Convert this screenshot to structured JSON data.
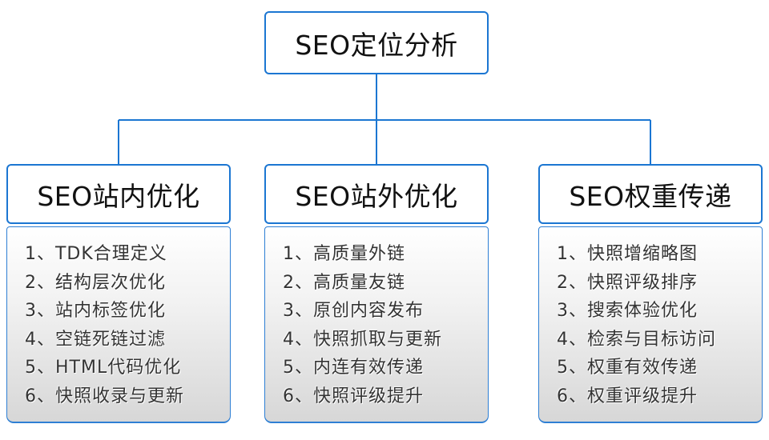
{
  "root": {
    "title": "SEO定位分析"
  },
  "columns": [
    {
      "title": "SEO站内优化",
      "items": [
        "1、TDK合理定义",
        "2、结构层次优化",
        "3、站内标签优化",
        "4、空链死链过滤",
        "5、HTML代码优化",
        "6、快照收录与更新"
      ]
    },
    {
      "title": "SEO站外优化",
      "items": [
        "1、高质量外链",
        "2、高质量友链",
        "3、原创内容发布",
        "4、快照抓取与更新",
        "5、内连有效传递",
        "6、快照评级提升"
      ]
    },
    {
      "title": "SEO权重传递",
      "items": [
        "1、快照增缩略图",
        "2、快照评级排序",
        "3、搜索体验优化",
        "4、检索与目标访问",
        "5、权重有效传递",
        "6、权重评级提升"
      ]
    }
  ],
  "colors": {
    "accent_blue": "#1b76d2",
    "list_gradient_top": "#ffffff",
    "list_gradient_bottom": "#d7d7d7",
    "title_text": "#111111",
    "item_text": "#333333"
  }
}
